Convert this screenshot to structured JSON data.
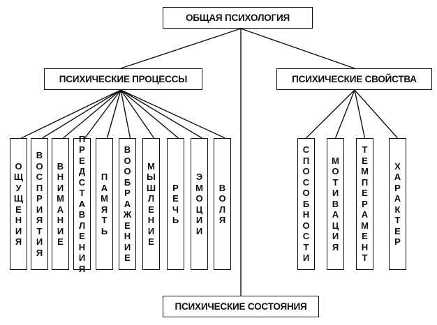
{
  "root": {
    "label": "ОБЩАЯ ПСИХОЛОГИЯ"
  },
  "processes": {
    "label": "ПСИХИЧЕСКИЕ ПРОЦЕССЫ",
    "items": [
      "ОЩУЩЕНИЯ",
      "ВОСПРИЯТИЯ",
      "ВНИМАНИЕ",
      "ПРЕДСТАВЛЕНИЯ",
      "ПАМЯТЬ",
      "ВООБРАЖЕНИЕ",
      "МЫШЛЕНИЕ",
      "РЕЧЬ",
      "ЭМОЦИИ",
      "ВОЛЯ"
    ]
  },
  "properties": {
    "label": "ПСИХИЧЕСКИЕ СВОЙСТВА",
    "items": [
      "СПОСОБНОСТИ",
      "МОТИВАЦИЯ",
      "ТЕМПЕРАМЕНТ",
      "ХАРАКТЕР"
    ]
  },
  "states": {
    "label": "ПСИХИЧЕСКИЕ СОСТОЯНИЯ"
  }
}
